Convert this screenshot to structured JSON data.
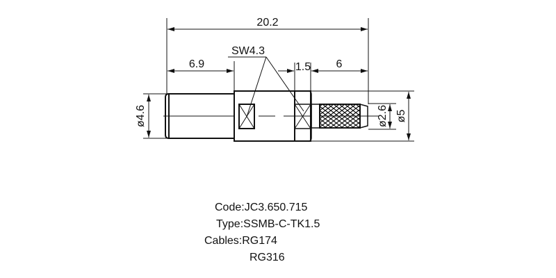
{
  "drawing": {
    "dimensions": {
      "overall_length": "20.2",
      "barrel_length": "6.9",
      "hex_width": "1.5",
      "ferrule_length": "6",
      "wrench_size": "SW4.3",
      "barrel_diameter": "ø4.6",
      "ferrule_inner_diameter": "ø2.6",
      "ferrule_outer_diameter": "ø5"
    },
    "colors": {
      "line": "#111111",
      "background": "#ffffff"
    }
  },
  "specs": {
    "code_label": "Code:",
    "code_value": "JC3.650.715",
    "type_label": "Type:",
    "type_value": "SSMB-C-TK1.5",
    "cables_label": "Cables:",
    "cables": [
      "RG174",
      "RG316"
    ]
  }
}
